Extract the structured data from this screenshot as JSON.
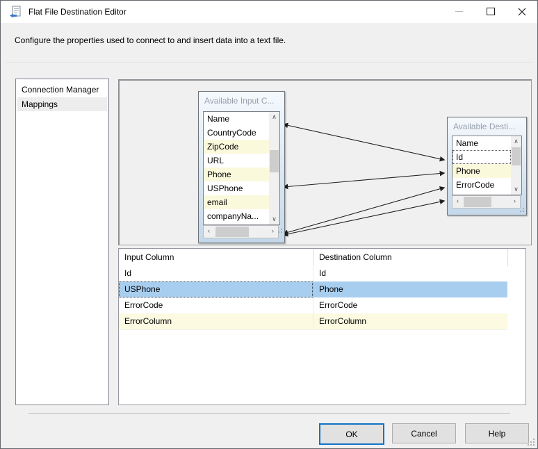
{
  "window": {
    "title": "Flat File Destination Editor"
  },
  "description": "Configure the properties used to connect to and insert data into a text file.",
  "sidebar": {
    "items": [
      {
        "label": "Connection Manager",
        "selected": false
      },
      {
        "label": "Mappings",
        "selected": true
      }
    ]
  },
  "diagram": {
    "input_box": {
      "title": "Available Input C...",
      "columns": [
        {
          "name": "Name",
          "highlight": false
        },
        {
          "name": "CountryCode",
          "highlight": false
        },
        {
          "name": "ZipCode",
          "highlight": true
        },
        {
          "name": "URL",
          "highlight": false
        },
        {
          "name": "Phone",
          "highlight": true
        },
        {
          "name": "USPhone",
          "highlight": false
        },
        {
          "name": "email",
          "highlight": true
        },
        {
          "name": "companyNa...",
          "highlight": false
        }
      ]
    },
    "destination_box": {
      "title": "Available Desti...",
      "columns": [
        {
          "name": "Name",
          "highlight": false,
          "focused": false
        },
        {
          "name": "Id",
          "highlight": false,
          "focused": true
        },
        {
          "name": "Phone",
          "highlight": true,
          "focused": false
        },
        {
          "name": "ErrorCode",
          "highlight": false,
          "focused": false
        }
      ]
    },
    "connections": [
      {
        "from": "Id",
        "to": "Id"
      },
      {
        "from": "USPhone",
        "to": "Phone"
      },
      {
        "from": "ErrorCode",
        "to": "ErrorCode"
      },
      {
        "from": "ErrorColumn",
        "to": "ErrorColumn"
      }
    ]
  },
  "grid": {
    "headers": [
      "Input Column",
      "Destination Column"
    ],
    "rows": [
      {
        "input": "Id",
        "destination": "Id",
        "state": "normal"
      },
      {
        "input": "USPhone",
        "destination": "Phone",
        "state": "selected"
      },
      {
        "input": "ErrorCode",
        "destination": "ErrorCode",
        "state": "normal"
      },
      {
        "input": "ErrorColumn",
        "destination": "ErrorColumn",
        "state": "warning"
      }
    ]
  },
  "buttons": {
    "ok": "OK",
    "cancel": "Cancel",
    "help": "Help"
  },
  "icons": {
    "scroll_up": "∧",
    "scroll_down": "∨",
    "scroll_left": "‹",
    "scroll_right": "›"
  },
  "colors": {
    "selected_row": "#a8ceef",
    "warning_row": "#fcfae1",
    "box_highlight_row": "#fbf9dc",
    "default_button_border": "#1073c5",
    "box_gradient_top": "#f4f9fd",
    "box_gradient_bottom": "#c4d8ea",
    "titlebar": "#ffffff",
    "dialog_bg": "#f0f0f0"
  }
}
